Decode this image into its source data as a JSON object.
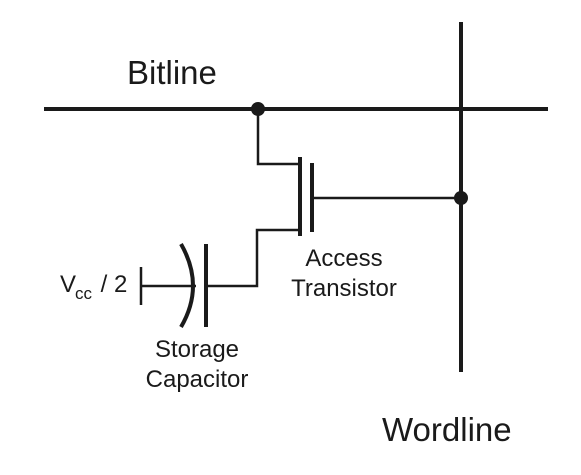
{
  "labels": {
    "bitline": "Bitline",
    "wordline": "Wordline",
    "access_transistor_line1": "Access",
    "access_transistor_line2": "Transistor",
    "storage_capacitor_line1": "Storage",
    "storage_capacitor_line2": "Capacitor",
    "vcc_main": "V",
    "vcc_sub": "cc",
    "vcc_suffix": " / 2"
  },
  "colors": {
    "wire": "#1a1a1a",
    "background": "#ffffff"
  }
}
